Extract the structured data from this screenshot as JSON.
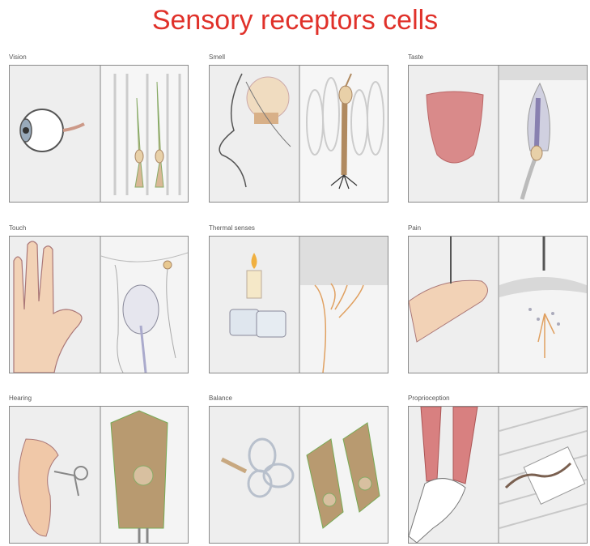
{
  "title": "Sensory receptors cells",
  "colors": {
    "title": "#e0312a",
    "frame_border": "#8a8a8a",
    "frame_bg": "#eeeeee"
  },
  "panels": [
    {
      "label": "Vision",
      "icon": "eye-and-photoreceptor-cells"
    },
    {
      "label": "Smell",
      "icon": "nose-and-olfactory-receptor-cell"
    },
    {
      "label": "Taste",
      "icon": "tongue-and-taste-bud"
    },
    {
      "label": "Touch",
      "icon": "hand-and-touch-receptors"
    },
    {
      "label": "Thermal senses",
      "icon": "candle-ice-and-thermoreceptors"
    },
    {
      "label": "Pain",
      "icon": "needle-finger-and-nociceptors"
    },
    {
      "label": "Hearing",
      "icon": "ear-and-hair-cell"
    },
    {
      "label": "Balance",
      "icon": "semicircular-canals-and-hair-cells"
    },
    {
      "label": "Proprioception",
      "icon": "knee-muscles-and-muscle-spindle"
    }
  ]
}
